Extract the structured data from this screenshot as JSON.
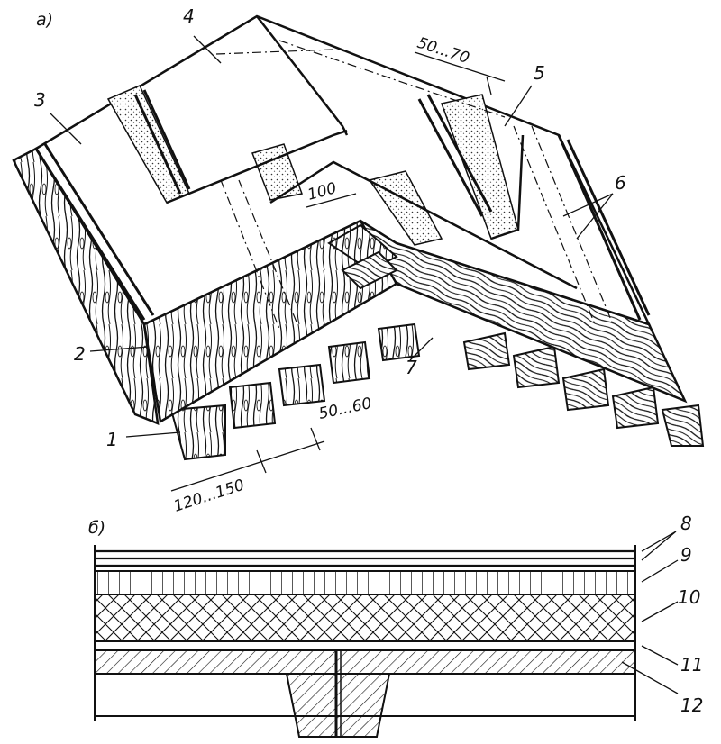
{
  "panel_a": {
    "label": "а)",
    "callouts": [
      "1",
      "2",
      "3",
      "4",
      "5",
      "6",
      "7"
    ],
    "dimensions": {
      "rafter_spacing": "120...150",
      "rafter_width": "50...60",
      "sheathing_step": "100",
      "seam_offset": "50...70"
    }
  },
  "panel_b": {
    "label": "б)",
    "callouts": [
      "8",
      "9",
      "10",
      "11",
      "12"
    ]
  }
}
